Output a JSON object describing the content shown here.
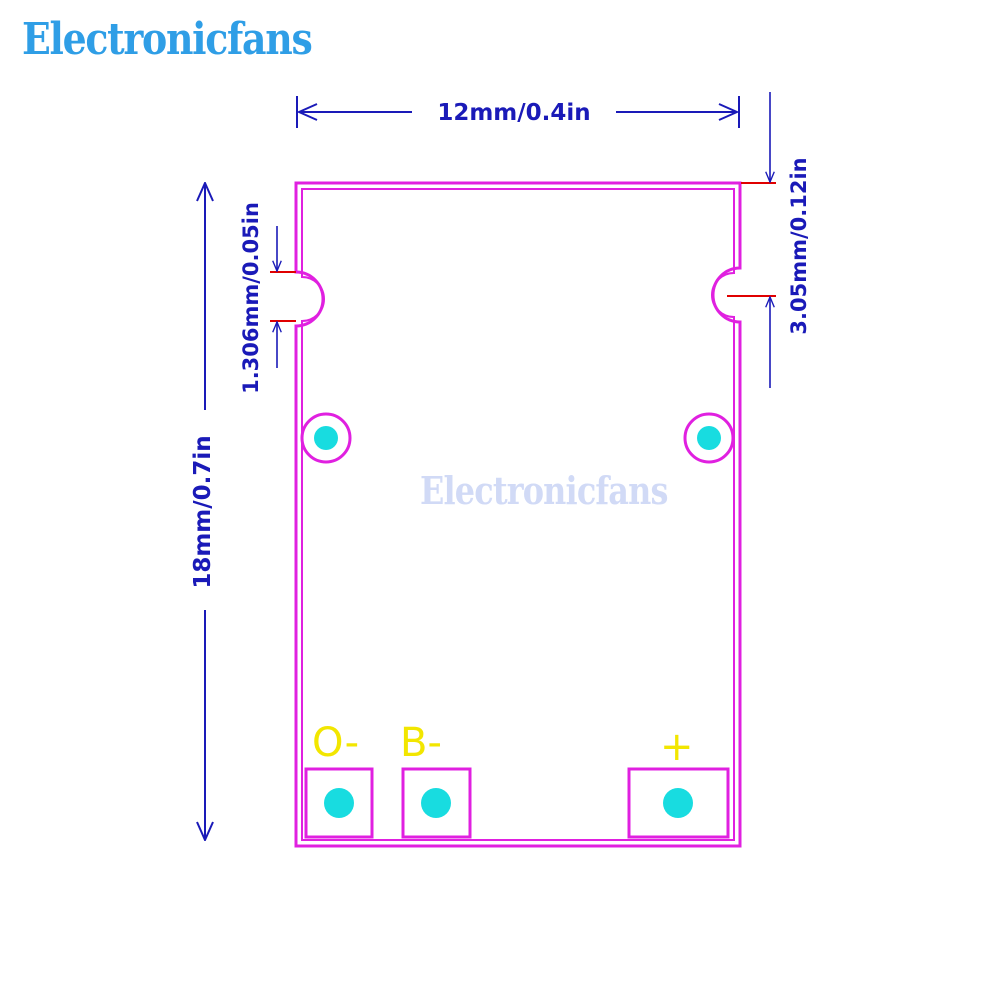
{
  "brand": {
    "logo_text": "Electronicfans",
    "watermark_text": "Electronicfans"
  },
  "dimensions": {
    "width": "12mm/0.4in",
    "height": "18mm/0.7in",
    "slot_width": "1.306mm/0.05in",
    "slot_offset": "3.05mm/0.12in"
  },
  "pads": [
    {
      "label": "O-"
    },
    {
      "label": "B-"
    },
    {
      "label": "+"
    }
  ],
  "colors": {
    "outline": "#e020e0",
    "arrow": "#1a1ab8",
    "pad_dot": "#18dce0",
    "pad_label": "#f2e600",
    "marker": "#e00000"
  }
}
